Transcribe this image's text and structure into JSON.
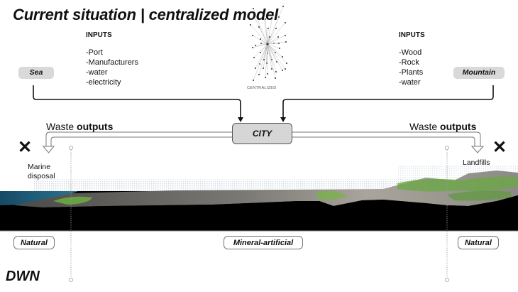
{
  "title": "Current situation  |  centralized model",
  "network": {
    "label": "CENTRALIZED"
  },
  "left_inputs": {
    "heading": "INPUTS",
    "items": [
      "-Port",
      "-Manufacturers",
      "-water",
      "-electricity"
    ],
    "source": "Sea"
  },
  "right_inputs": {
    "heading": "INPUTS",
    "items": [
      "-Wood",
      "-Rock",
      "-Plants",
      "-water"
    ],
    "source": "Mountain"
  },
  "city": {
    "label": "CITY"
  },
  "waste_left": {
    "prefix": "Waste ",
    "bold": "outputs",
    "destination_line1": "Marine",
    "destination_line2": "disposal",
    "mark": "✕"
  },
  "waste_right": {
    "prefix": "Waste ",
    "bold": "outputs",
    "destination": "Landfills",
    "mark": "✕"
  },
  "zones": [
    "Natural",
    "Mineral-artificial",
    "Natural"
  ],
  "footer": {
    "brand": "DWN"
  },
  "colors": {
    "pill_fill": "#d9d9d9",
    "city_fill": "#d6d6d6",
    "ground": "#000000",
    "sea": "#1c5a78",
    "vegetation": "#6aa843",
    "rock": "#8a8880"
  }
}
